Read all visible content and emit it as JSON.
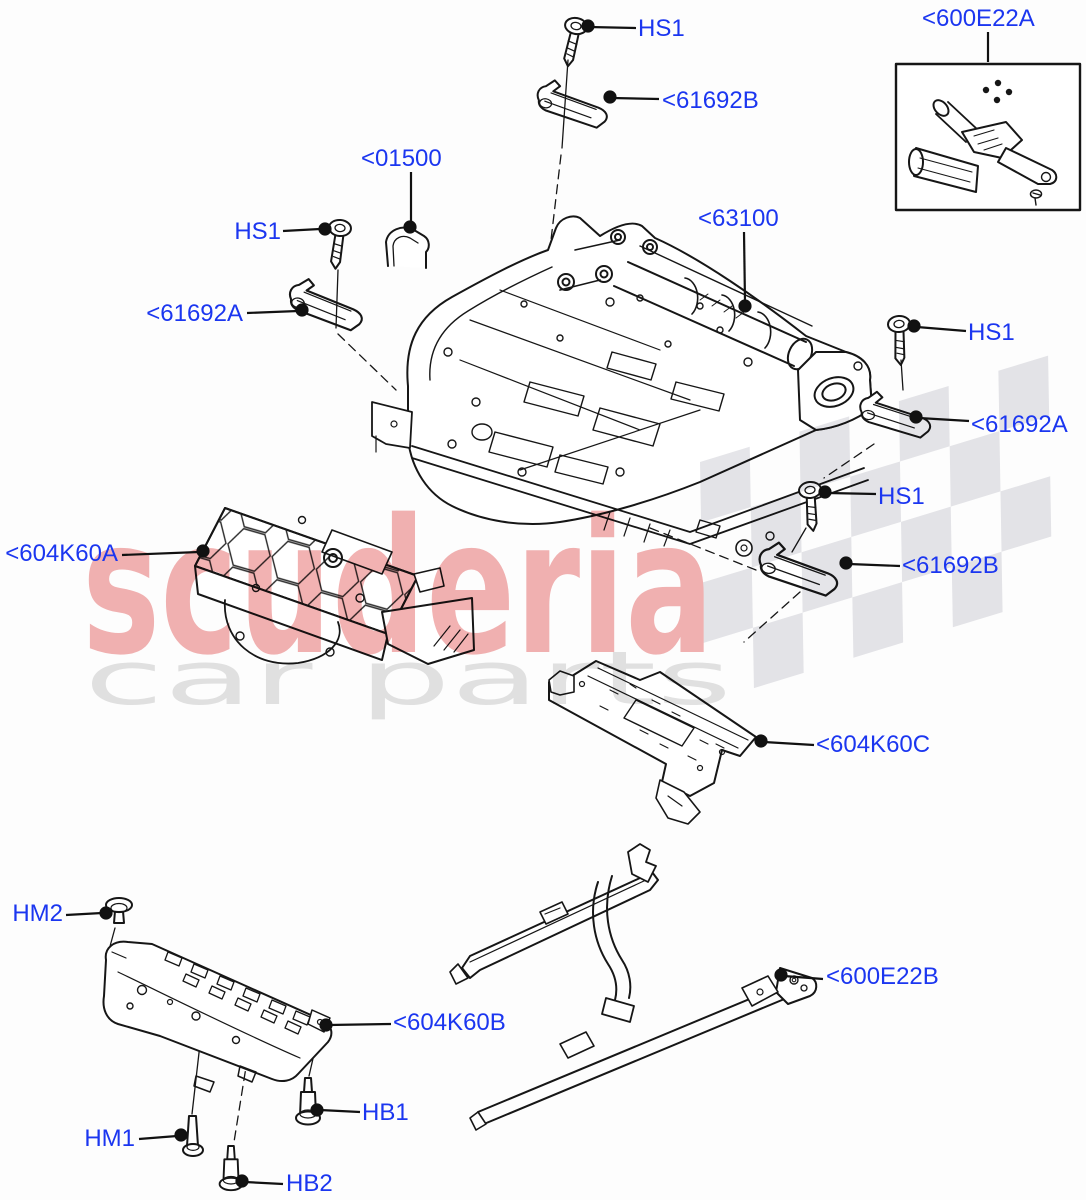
{
  "watermark": {
    "brand": "scuderia",
    "subtitle": "car parts",
    "brand_color": "#f2b2b2",
    "subtitle_color": "#e2e2e2",
    "checker_color": "#e5e5e9"
  },
  "diagram": {
    "type": "exploded-parts-diagram",
    "subject": "seat frame and adjuster assembly",
    "line_color": "#161616",
    "label_color": "#1b36f0"
  },
  "labels": {
    "hs1_top": "HS1",
    "p61692b_top": "<61692B",
    "p600e22a": "<600E22A",
    "p01500": "<01500",
    "hs1_left": "HS1",
    "p61692a_left": "<61692A",
    "p63100": "<63100",
    "hs1_right": "HS1",
    "p61692a_right": "<61692A",
    "hs1_mid": "HS1",
    "p61692b_mid": "<61692B",
    "p604k60a": "<604K60A",
    "p604k60c": "<604K60C",
    "hm2": "HM2",
    "p604k60b": "<604K60B",
    "p600e22b": "<600E22B",
    "hb1": "HB1",
    "hm1": "HM1",
    "hb2": "HB2"
  }
}
